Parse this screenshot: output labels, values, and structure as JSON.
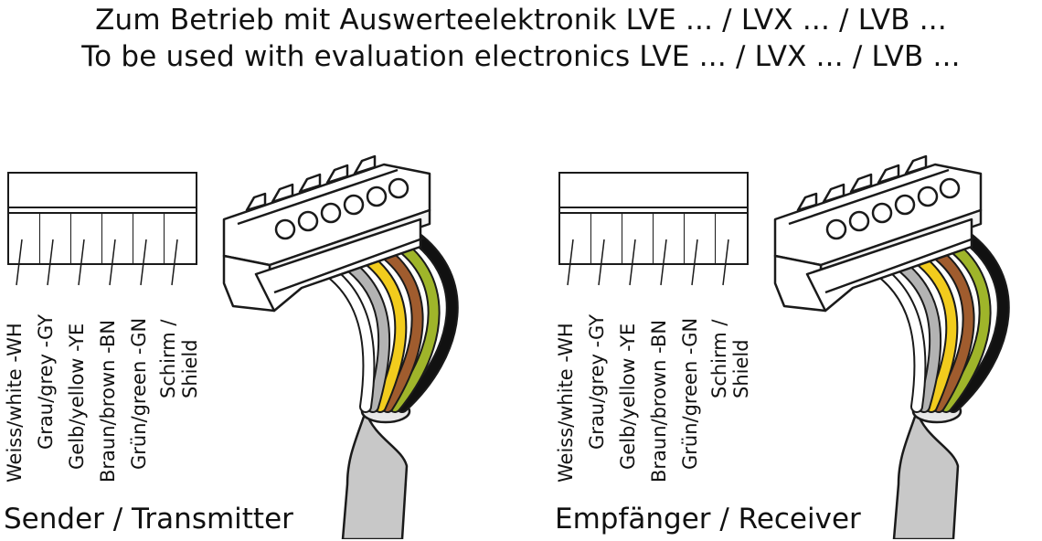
{
  "header": {
    "line_de": "Zum Betrieb mit Auswerteelektronik LVE ... / LVX ... / LVB ...",
    "line_en": "To be used with evaluation electronics LVE ... / LVX ... / LVB ..."
  },
  "wires": [
    {
      "label": "Weiss/white -WH",
      "color": "#ffffff"
    },
    {
      "label": "Grau/grey -GY",
      "color": "#b3b3b3"
    },
    {
      "label": "Gelb/yellow -YE",
      "color": "#f2cc1d"
    },
    {
      "label": "Braun/brown -BN",
      "color": "#a05c2e"
    },
    {
      "label": "Grün/green -GN",
      "color": "#9fb52a"
    },
    {
      "label": "Schirm /\nShield",
      "color": "#111111"
    }
  ],
  "panels": {
    "left": {
      "caption": "Sender / Transmitter"
    },
    "right": {
      "caption": "Empfänger / Receiver"
    }
  },
  "colors": {
    "cable_jacket": "#c8c8c8",
    "outline": "#1a1a1a"
  }
}
